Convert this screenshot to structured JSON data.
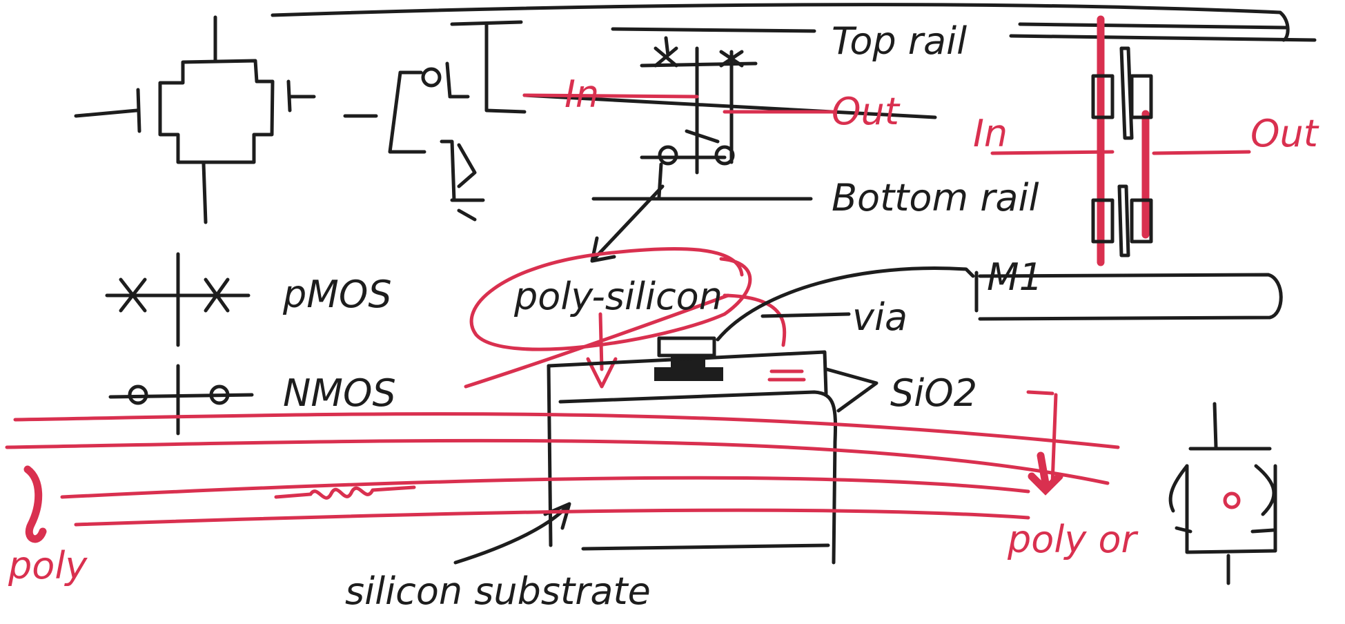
{
  "colors": {
    "black_ink": "#1d1d1d",
    "red_ink": "#d9304f",
    "paper": "#ffffff"
  },
  "labels": {
    "top_rail": "Top rail",
    "in_left": "In",
    "out_left": "Out",
    "bottom_rail": "Bottom rail",
    "in_right": "In",
    "out_right": "Out",
    "m1": "M1",
    "pmos": "pMOS",
    "nmos": "NMOS",
    "poly_silicon": "poly-silicon",
    "via": "via",
    "sio2": "SiO2",
    "poly_left": "poly",
    "poly_or": "poly or",
    "silicon_substrate": "silicon substrate"
  }
}
